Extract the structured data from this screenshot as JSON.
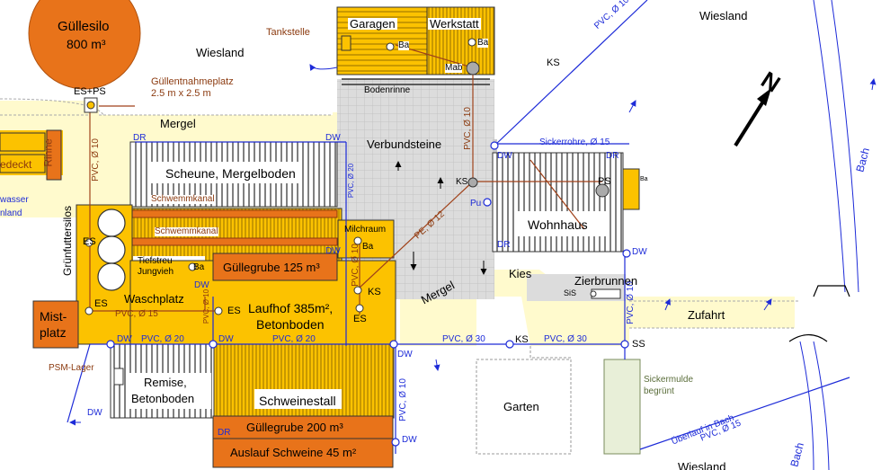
{
  "labels": {
    "guellesilo": "Güllesilo",
    "guellesilo_volume": "800 m³",
    "es_ps": "ES+PS",
    "guellentnahme": "Güllentnahmeplatz",
    "guellentnahme_size": "2.5 m x 2.5 m",
    "wiesland_top_left": "Wiesland",
    "wiesland_top_right": "Wiesland",
    "wiesland_bottom": "Wiesland",
    "tankstelle": "Tankstelle",
    "garagen": "Garagen",
    "werkstatt": "Werkstatt",
    "ba_garage": "Ba",
    "ba_werkstatt": "Ba",
    "mab": "Mab",
    "bodenrinne": "Bodenrinne",
    "mergel_top": "Mergel",
    "mergel_mid": "Mergel",
    "rinne": "Rinne",
    "gedeckt": "edeckt",
    "wasser": "wasser",
    "nland": "nland",
    "gruenfuttersilos": "Grünfuttersilos",
    "scheune": "Scheune, Mergelboden",
    "schwemmkanal_1": "Schwemmkanal",
    "schwemmkanal_2": "Schwemmkanal",
    "tiefstreu": "Tiefstreu",
    "jungvieh": "Jungvieh",
    "ba_jungvieh": "Ba",
    "guellegrube_125": "Güllegrube 125 m³",
    "milchraum": "Milchraum",
    "ba_milch": "Ba",
    "verbundsteine": "Verbundsteine",
    "ks_center": "KS",
    "pu": "Pu",
    "pe_12": "PE, Ø 12",
    "pvc_10_center": "PVC, Ø 10",
    "pvc_10_vertical_left": "PVC, Ø 10",
    "pvc_20_vertical": "PVC, Ø 20",
    "pvc_10_milch": "PVC, Ø 10",
    "pvc_10_waschplatz": "PVC, Ø 10",
    "pvc_10_top_right": "PVC, Ø 10",
    "pvc_10_right": "PVC, Ø 10",
    "pvc_10_schweine": "PVC, Ø 10",
    "ks_top": "KS",
    "sickerrohre": "Sickerrohre, Ø 15",
    "dw_wohn": "DW",
    "dr_wohn_top": "DR",
    "ps_wohn": "PS",
    "ba_wohn": "Ba",
    "wohnhaus": "Wohnhaus",
    "dr_wohn_bottom": "DR",
    "dw_wohn_bottom": "DW",
    "kies": "Kies",
    "zierbrunnen": "Zierbrunnen",
    "sis": "SiS",
    "zufahrt": "Zufahrt",
    "dr_scheune": "DR",
    "dw_scheune": "DW",
    "dw_center": "DW",
    "ks_milch": "KS",
    "es_milch": "ES",
    "es_1": "ES",
    "es_2": "ES",
    "es_3": "ES",
    "dw_wasch": "DW",
    "waschplatz": "Waschplatz",
    "laufhof": "Laufhof 385m²,",
    "betonboden_laufhof": "Betonboden",
    "pvc_15_left": "PVC, Ø 15",
    "miststock": "Mist-",
    "platz": "platz",
    "dw_row_1": "DW",
    "pvc_20_1": "PVC, Ø 20",
    "dw_row_2": "DW",
    "pvc_20_2": "PVC, Ø 20",
    "pvc_30_1": "PVC, Ø 30",
    "ks_row": "KS",
    "pvc_30_2": "PVC, Ø 30",
    "ss": "SS",
    "dw_row_3": "DW",
    "psm_lager": "PSM-Lager",
    "remise": "Remise,",
    "betonboden_remise": "Betonboden",
    "schweinestall": "Schweinestall",
    "dw_left": "DW",
    "garten": "Garten",
    "sickermulde": "Sickermulde",
    "begruent": "begrünt",
    "guellegrube_200": "Güllegrube 200 m³",
    "dr_schweine": "DR",
    "auslauf": "Auslauf Schweine 45 m²",
    "dw_schweine": "DW",
    "ueberlauf": "Überlauf in Bach",
    "pvc_15_ueberlauf": "PVC, Ø 15",
    "bach_top": "Bach",
    "bach_bottom": "Bach",
    "north": "N"
  },
  "colors": {
    "gold": "#fcc200",
    "orange": "#e8731a",
    "pale_yellow": "#fffacd",
    "grey_paved": "#d9d9d9",
    "pipe_blue": "#1d2bd8",
    "pipe_brown": "#a0421a",
    "green_mulde": "#e8efd8"
  }
}
